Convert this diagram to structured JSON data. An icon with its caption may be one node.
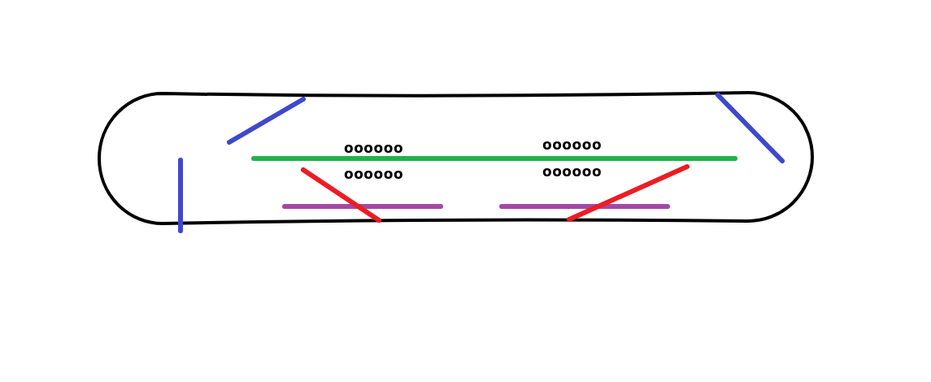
{
  "diagram": {
    "labels": [
      "oooooo",
      "oooooo",
      "oooooo",
      "oooooo"
    ]
  }
}
